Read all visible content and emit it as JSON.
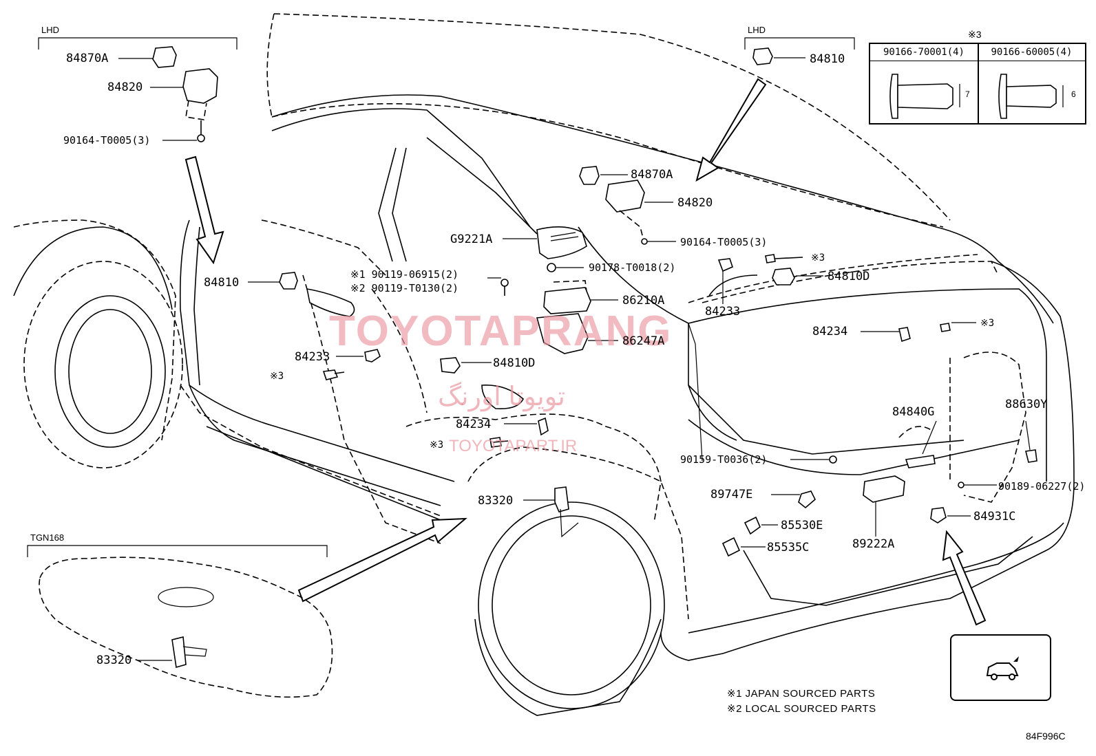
{
  "watermarks": {
    "main": "TOYOTAPRANG",
    "persian": "تویوتا اورنگ",
    "url": "TOYOTAPART.IR"
  },
  "groups": {
    "lhd_left": "LHD",
    "lhd_right": "LHD",
    "tgn": "TGN168"
  },
  "table": {
    "note": "※3",
    "col1": "90166-70001(4)",
    "col2": "90166-60005(4)",
    "dim1": "7",
    "dim2": "6"
  },
  "labels": {
    "p84870A_left": "84870A",
    "p84820_left": "84820",
    "p90164_left": "90164-T0005(3)",
    "p84810_left": "84810",
    "p90119_1": "※1 90119-06915(2)",
    "p90119_2": "※2 90119-T0130(2)",
    "p84233_left": "84233",
    "p3_left1": "※3",
    "pG9221A": "G9221A",
    "p90178": "90178-T0018(2)",
    "p86210A": "86210A",
    "p86247A": "86247A",
    "p84810D_left": "84810D",
    "p84234_left": "84234",
    "p3_left2": "※3",
    "p83320_mid": "83320",
    "p84810_right": "84810",
    "p84870A_right": "84870A",
    "p84820_right": "84820",
    "p90164_right": "90164-T0005(3)",
    "p3_right1": "※3",
    "p84810D_right": "84810D",
    "p84233_right": "84233",
    "p84234_right": "84234",
    "p3_right2": "※3",
    "p84840G": "84840G",
    "p88630Y": "88630Y",
    "p90159": "90159-T0036(2)",
    "p89747E": "89747E",
    "p90189": "90189-06227(2)",
    "p85530E": "85530E",
    "p84931C": "84931C",
    "p85535C": "85535C",
    "p89222A": "89222A",
    "p83320_bottom": "83320"
  },
  "footnotes": {
    "note1": "※1 JAPAN SOURCED PARTS",
    "note2": "※2 LOCAL SOURCED PARTS"
  },
  "diagram_code": "84F996C",
  "icon": "car-side-icon"
}
